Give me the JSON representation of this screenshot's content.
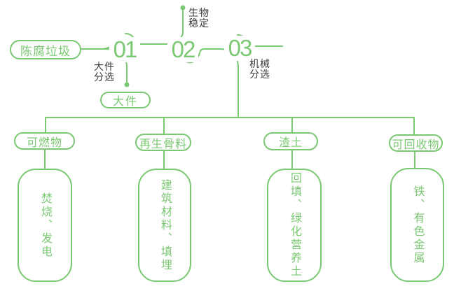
{
  "colors": {
    "green": "#7bc873",
    "label_text": "#3b3b3b",
    "background": "#ffffff"
  },
  "diagram": {
    "source": "陈腐垃圾",
    "steps": [
      {
        "num": "01",
        "label": "大件\n分选",
        "output": "大件"
      },
      {
        "num": "02",
        "label": "生物\n稳定"
      },
      {
        "num": "03",
        "label": "机械\n分选"
      }
    ],
    "branches": [
      {
        "category": "可燃物",
        "result": "焚烧、发电"
      },
      {
        "category": "再生骨料",
        "result": "建筑材料、填埋"
      },
      {
        "category": "渣土",
        "result": "回填、绿化营养土"
      },
      {
        "category": "可回收物",
        "result": "铁、有色金属"
      }
    ]
  }
}
